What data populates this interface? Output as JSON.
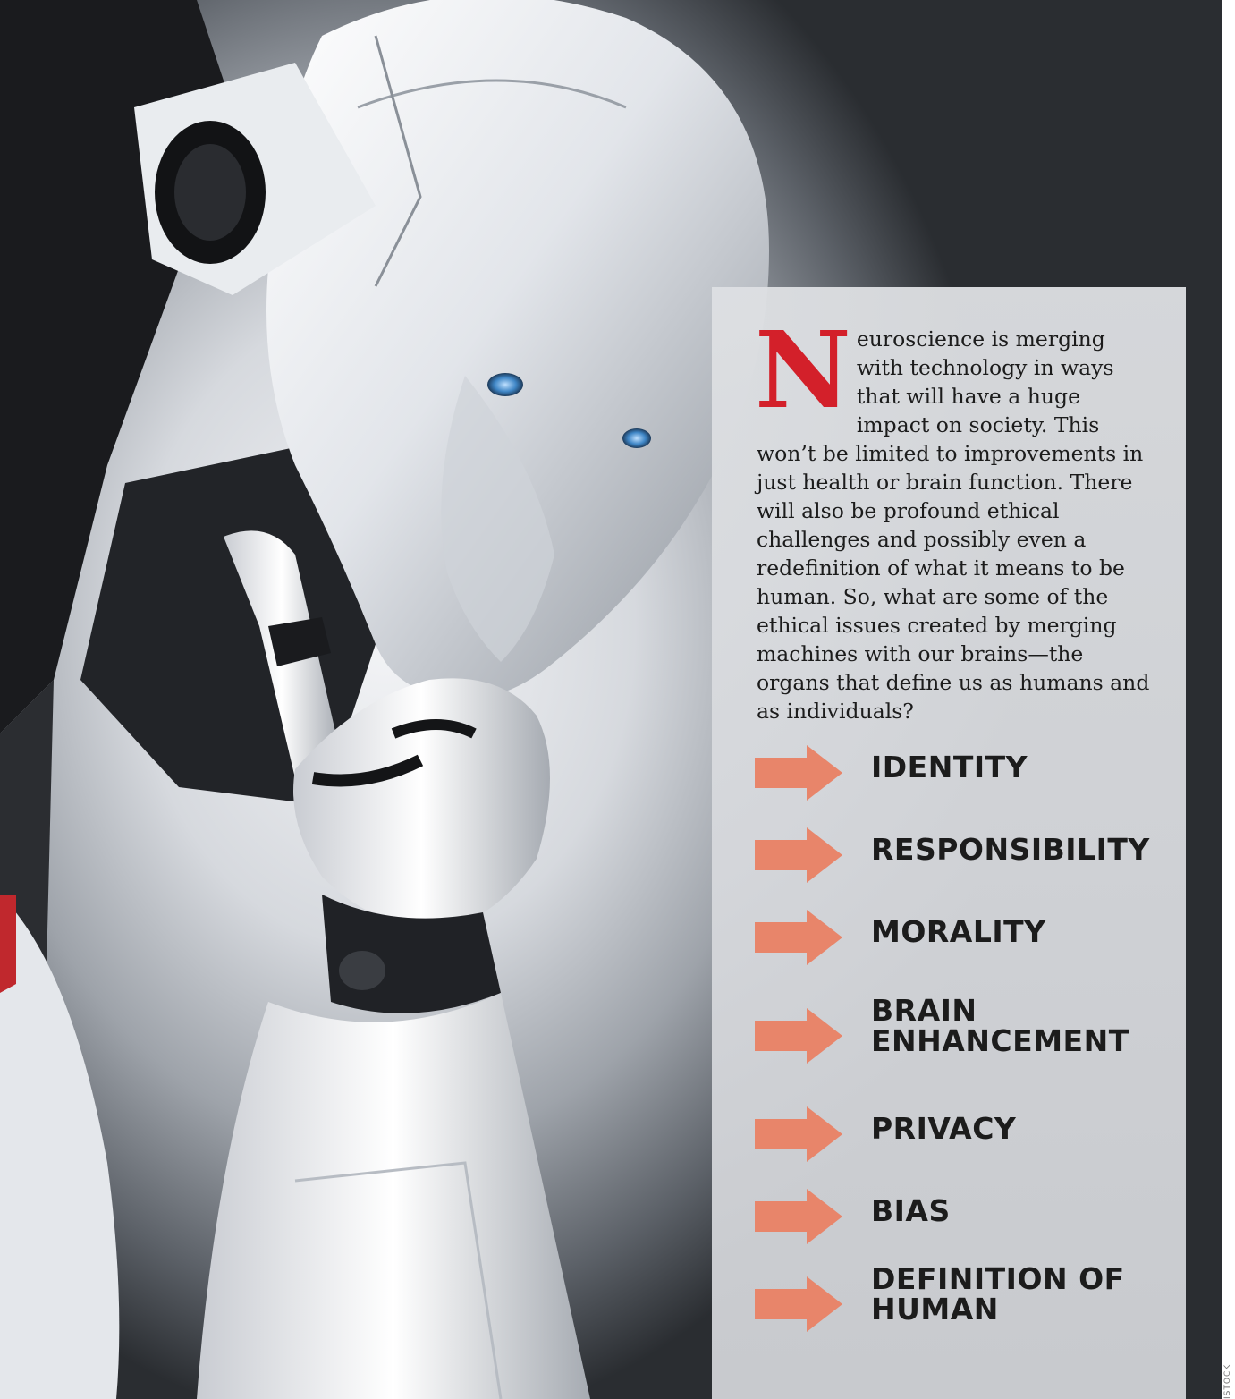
{
  "intro": {
    "dropcap": "N",
    "text": "euroscience is merging with technology in ways that will have a huge impact on society. This won’t be limited to improvements in just health or brain function. There will also be profound ethical challenges and possibly even a redefinition of what it means to be human. So, what are some of the ethical issues created by merging machines with our brains—the organs that define us as humans and as individuals?"
  },
  "topics": [
    {
      "label": "IDENTITY"
    },
    {
      "label": "RESPONSIBILITY"
    },
    {
      "label": "MORALITY"
    },
    {
      "label": "BRAIN ENHANCEMENT"
    },
    {
      "label": "PRIVACY"
    },
    {
      "label": "BIAS"
    },
    {
      "label": "DEFINITION OF HUMAN"
    }
  ],
  "colors": {
    "dropcap": "#d3202a",
    "arrow": "#e8856a",
    "text": "#1c1c1c",
    "panel": "#dcdee1"
  },
  "photo_credit": "ISTOCK"
}
